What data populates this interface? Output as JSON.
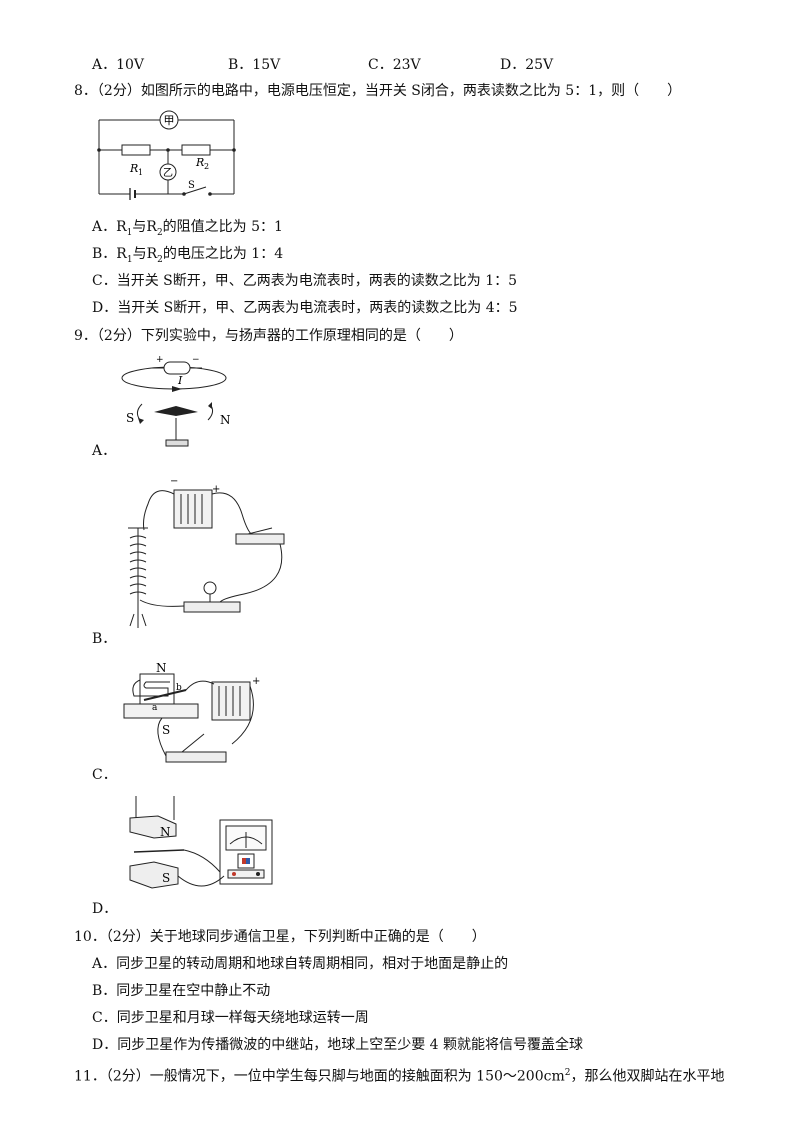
{
  "q7": {
    "options": [
      "A．10V",
      "B．15V",
      "C．23V",
      "D．25V"
    ]
  },
  "q8": {
    "stem": "8．（2分）如图所示的电路中，电源电压恒定，当开关 S闭合，两表读数之比为 5：1，则（　　）",
    "circuit": {
      "meter1": "甲",
      "meter2": "乙",
      "r1": "R",
      "r1_sub": "1",
      "r2": "R",
      "r2_sub": "2",
      "switch": "S"
    },
    "options": [
      {
        "pre": "A．R",
        "s1": "1",
        "mid": "与R",
        "s2": "2",
        "post": "的阻值之比为 5：1"
      },
      {
        "pre": "B．R",
        "s1": "1",
        "mid": "与R",
        "s2": "2",
        "post": "的电压之比为 1：4"
      },
      {
        "text": "C．当开关 S断开，甲、乙两表为电流表时，两表的读数之比为 1：5"
      },
      {
        "text": "D．当开关 S断开，甲、乙两表为电流表时，两表的读数之比为 4：5"
      }
    ]
  },
  "q9": {
    "stem": "9．（2分）下列实验中，与扬声器的工作原理相同的是（　　）",
    "figA": {
      "plus": "+",
      "minus": "−",
      "current": "I",
      "south": "S",
      "north": "N",
      "label": "A．"
    },
    "figB": {
      "plus": "+",
      "minus": "−",
      "label": "B．"
    },
    "figC": {
      "north": "N",
      "south": "S",
      "a": "a",
      "b": "b",
      "plus": "+",
      "label": "C．"
    },
    "figD": {
      "north": "N",
      "south": "S",
      "label": "D．"
    }
  },
  "q10": {
    "stem": "10．（2分）关于地球同步通信卫星，下列判断中正确的是（　　）",
    "options": [
      "A．同步卫星的转动周期和地球自转周期相同，相对于地面是静止的",
      "B．同步卫星在空中静止不动",
      "C．同步卫星和月球一样每天绕地球运转一周",
      "D．同步卫星作为传播微波的中继站，地球上空至少要 4 颗就能将信号覆盖全球"
    ]
  },
  "q11": {
    "stem_pre": "11．（2分）一般情况下，一位中学生每只脚与地面的接触面积为 150～200cm",
    "stem_sup": "2",
    "stem_post": "，那么他双脚站在水平地"
  }
}
